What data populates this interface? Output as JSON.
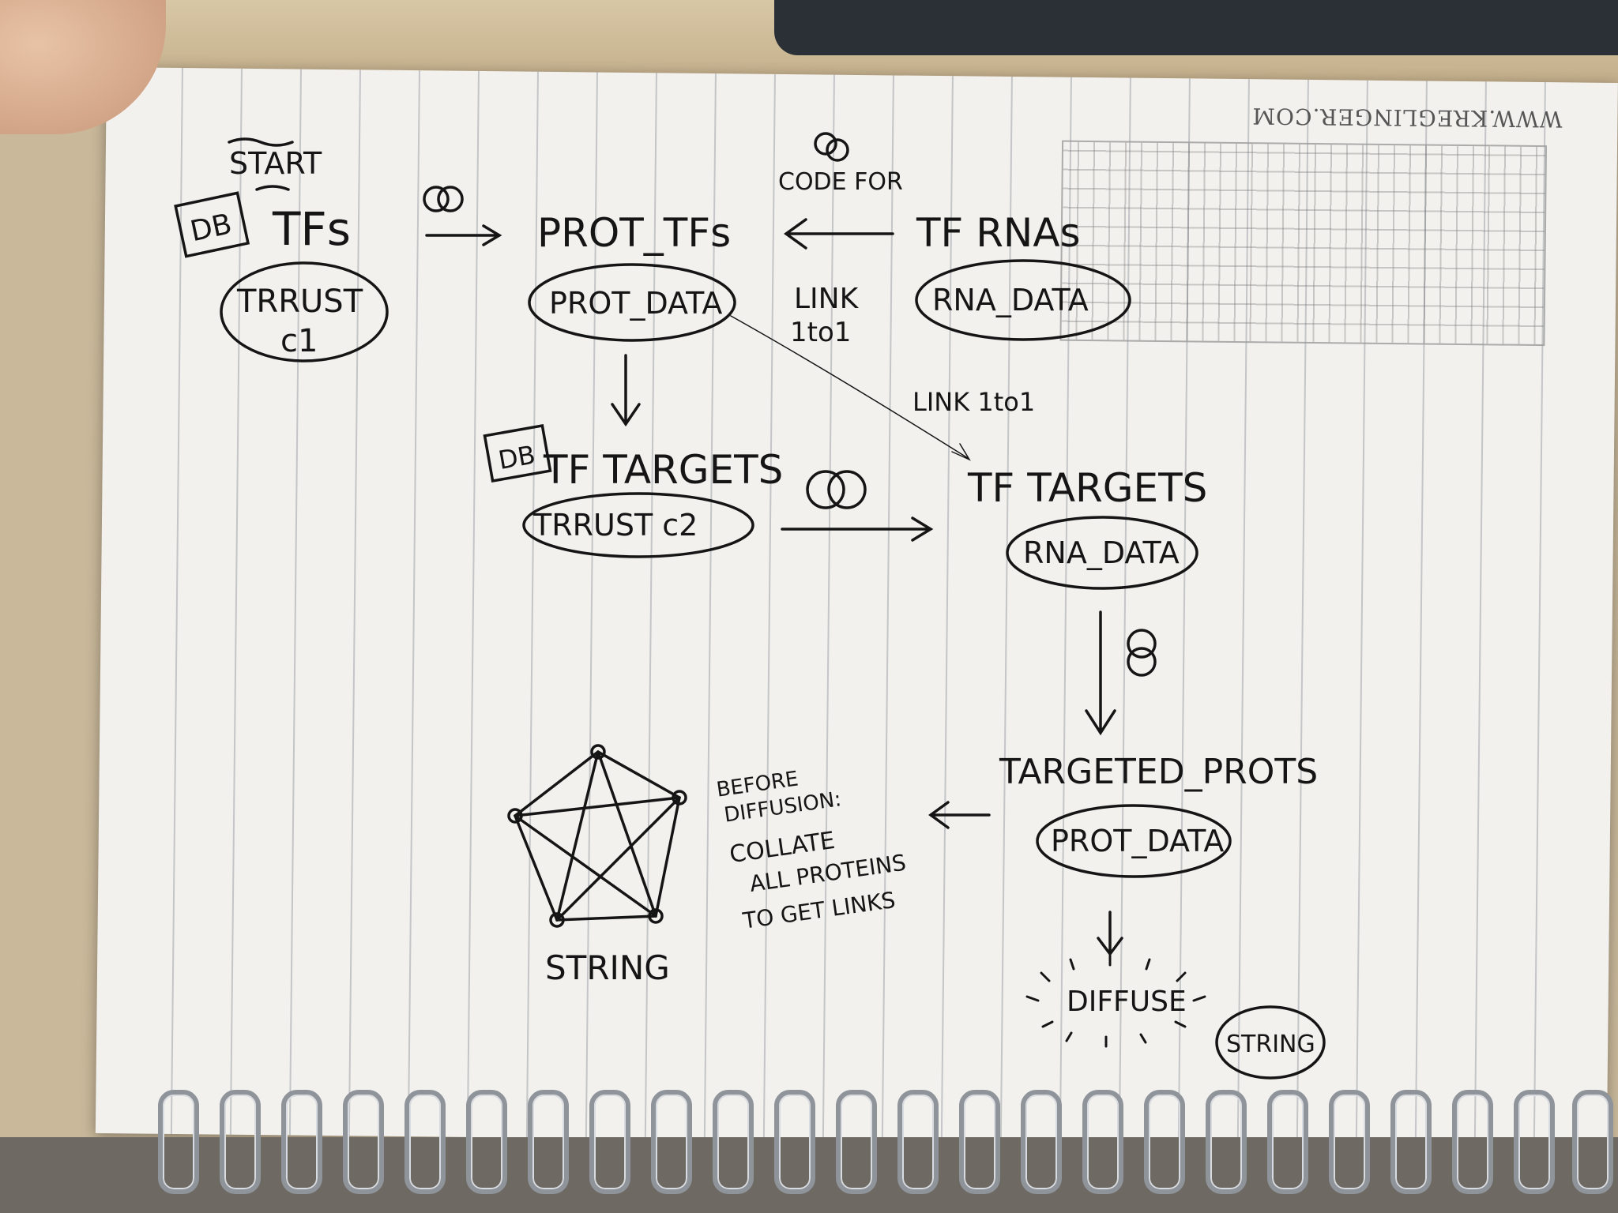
{
  "start_label": "START",
  "db_tag": "DB",
  "nodes": {
    "tfs": {
      "title": "TFs",
      "source": "TRRUST",
      "source_sub": "c1"
    },
    "prot_tfs": {
      "title": "PROT_TFs",
      "source": "PROT_DATA"
    },
    "tf_rnas": {
      "title": "TF RNAs",
      "source": "RNA_DATA"
    },
    "tf_targets_db": {
      "title": "TF TARGETS",
      "source": "TRRUST c2"
    },
    "tf_targets_rna": {
      "title": "TF TARGETS",
      "source": "RNA_DATA"
    },
    "targeted_prots": {
      "title": "TARGETED_PROTS",
      "source": "PROT_DATA"
    },
    "diffuse": {
      "title": "DIFFUSE",
      "source": "STRING"
    }
  },
  "edges": {
    "code_for": "CODE FOR",
    "link_1to1_top_a": "LINK",
    "link_1to1_top_b": "1to1",
    "link_1to1_diag": "LINK 1to1"
  },
  "network": {
    "label": "STRING"
  },
  "note": {
    "line1": "BEFORE",
    "line2": "DIFFUSION:",
    "line3": "COLLATE",
    "line4": "ALL PROTEINS",
    "line5": "TO GET LINKS"
  },
  "website": "WWW.KREGLINGER.COM",
  "colors": {
    "ink": "#151515",
    "paper": "#f3f1ee",
    "rule": "#9aa0a8"
  }
}
